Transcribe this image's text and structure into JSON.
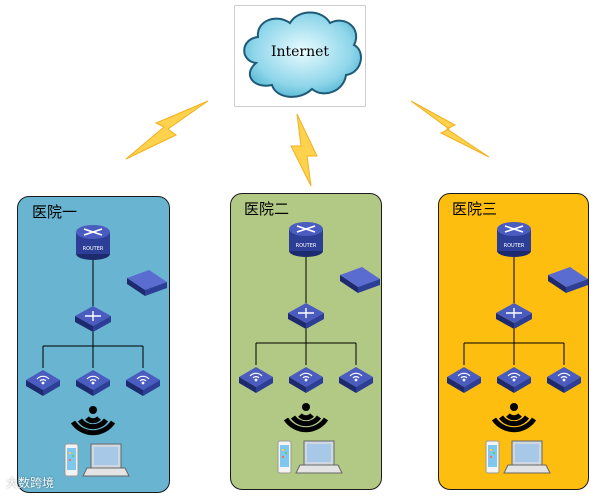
{
  "internet": {
    "label": "Internet"
  },
  "hospitals": [
    {
      "name": "医院一",
      "color": "#69B4D0",
      "router_label": "ROUTER"
    },
    {
      "name": "医院二",
      "color": "#B2C986",
      "router_label": "ROUTER"
    },
    {
      "name": "医院三",
      "color": "#FDBE0F",
      "router_label": "ROUTER"
    }
  ],
  "colors": {
    "device_blue": "#2D3E96",
    "lightning": "#FFD24D",
    "line": "#000000"
  },
  "watermark": "大数跨境"
}
